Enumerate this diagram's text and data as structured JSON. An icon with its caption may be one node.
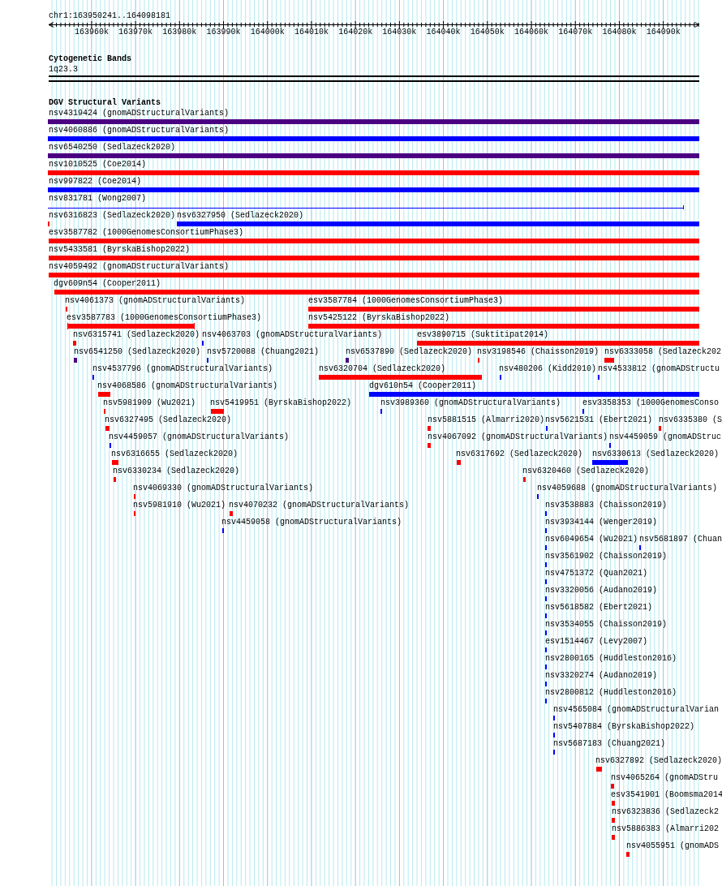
{
  "diagram": {
    "nodes": [
      {
        "text": [
          "nsv4319424 (gnomADStructuralVariants)"
        ]
      },
      {
        "text": [
          "nsv4060886 (gnomADStructuralVariants)"
        ]
      },
      {
        "text": [
          "nsv6540250 (Sedlazeck2020)"
        ]
      },
      {
        "text": [
          "nsv1010525 (Coe2014)"
        ]
      },
      {
        "text": [
          "nsv997822 (Coe2014)"
        ]
      },
      {
        "text": [
          "nsv831781 (Wong2007)"
        ]
      },
      {
        "text": [
          "nsv6316823 (Sedlazeck2020)"
        ]
      },
      {
        "text": [
          "nsv6327950 (Sedlazeck2020)"
        ]
      },
      {
        "text": [
          "esv3587782 (1000GenomesConsortiumPhase3)"
        ]
      },
      {
        "text": [
          "nsv5433581 (ByrskaBishop2022)"
        ]
      },
      {
        "text": [
          "nsv4059492 (gnomADStructuralVariants)"
        ]
      },
      {
        "text": [
          "dgv609n54 (Cooper2011)"
        ]
      },
      {
        "text": [
          "nsv4061373 (gnomADStructuralVariants)"
        ]
      },
      {
        "text": [
          "esv3587784 (1000GenomesConsortiumPhase3)"
        ]
      },
      {
        "text": [
          "esv3587783 (1000GenomesConsortiumPhase3)"
        ]
      },
      {
        "text": [
          "nsv5425122 (ByrskaBishop2022)"
        ]
      },
      {
        "text": [
          "nsv6315741 (Sedlazeck2020)"
        ]
      },
      {
        "text": [
          "nsv4063703 (gnomADStructuralVariants)"
        ]
      },
      {
        "text": [
          "esv3890715 (Suktitipat2014)"
        ]
      },
      {
        "text": [
          "nsv6541250 (Sedlazeck2020)"
        ]
      },
      {
        "text": [
          "nsv5720088 (Chuang2021)"
        ]
      },
      {
        "text": [
          "nsv6537890 (Sedlazeck2020)"
        ]
      },
      {
        "text": [
          "nsv3198546 (Chaisson2019)"
        ]
      },
      {
        "text": [
          "nsv6333058 (Sedlazeck202"
        ]
      },
      {
        "text": [
          "nsv4537796 (gnomADStructuralVariants)"
        ]
      },
      {
        "text": [
          "nsv6320704 (Sedlazeck2020)"
        ]
      },
      {
        "text": [
          "nsv480206 (Kidd2010)"
        ]
      },
      {
        "text": [
          "nsv4533812 (gnomADStructu"
        ]
      },
      {
        "text": [
          "nsv4068586 (gnomADStructuralVariants)"
        ]
      },
      {
        "text": [
          "dgv610n54 (Cooper2011)"
        ]
      },
      {
        "text": [
          "nsv5981909 (Wu2021)"
        ]
      },
      {
        "text": [
          "nsv5419951 (ByrskaBishop2022)"
        ]
      },
      {
        "text": [
          "nsv3989360 (gnomADStructuralVariants)"
        ]
      },
      {
        "text": [
          "esv3358353 (1000GenomesConso"
        ]
      },
      {
        "text": [
          "nsv6327495 (Sedlazeck2020)"
        ]
      },
      {
        "text": [
          "nsv5881515 (Almarri2020)"
        ]
      },
      {
        "text": [
          "nsv5621531 (Ebert2021)"
        ]
      },
      {
        "text": [
          "nsv6335380 (S"
        ]
      },
      {
        "text": [
          "nsv4459057 (gnomADStructuralVariants)"
        ]
      },
      {
        "text": [
          "nsv4067092 (gnomADStructuralVariants)"
        ]
      },
      {
        "text": [
          "nsv4459059 (gnomADStruc"
        ]
      },
      {
        "text": [
          "nsv6316655 (Sedlazeck2020)"
        ]
      },
      {
        "text": [
          "nsv6317692 (Sedlazeck2020)"
        ]
      },
      {
        "text": [
          "nsv6330613 (Sedlazeck2020)"
        ]
      },
      {
        "text": [
          "nsv6330234 (Sedlazeck2020)"
        ]
      },
      {
        "text": [
          "nsv6320460 (Sedlazeck2020)"
        ]
      },
      {
        "text": [
          "nsv4069330 (gnomADStructuralVariants)"
        ]
      },
      {
        "text": [
          "nsv4059688 (gnomADStructuralVariants)"
        ]
      },
      {
        "text": [
          "nsv5981910 (Wu2021)"
        ]
      },
      {
        "text": [
          "nsv4070232 (gnomADStructuralVariants)"
        ]
      },
      {
        "text": [
          "nsv3538883 (Chaisson2019)"
        ]
      },
      {
        "text": [
          "nsv4459058 (gnomADStructuralVariants)"
        ]
      },
      {
        "text": [
          "nsv3934144 (Wenger2019)"
        ]
      },
      {
        "text": [
          "nsv6049654 (Wu2021)"
        ]
      },
      {
        "text": [
          "nsv5681897 (Chuan"
        ]
      },
      {
        "text": [
          "nsv3561902 (Chaisson2019)"
        ]
      },
      {
        "text": [
          "nsv4751372 (Quan2021)"
        ]
      },
      {
        "text": [
          "nsv3320056 (Audano2019)"
        ]
      },
      {
        "text": [
          "nsv5618582 (Ebert2021)"
        ]
      },
      {
        "text": [
          "nsv3534055 (Chaisson2019)"
        ]
      },
      {
        "text": [
          "esv1514467 (Levy2007)"
        ]
      },
      {
        "text": [
          "nsv2800165 (Huddleston2016)"
        ]
      },
      {
        "text": [
          "nsv3320274 (Audano2019)"
        ]
      },
      {
        "text": [
          "nsv2800812 (Huddleston2016)"
        ]
      },
      {
        "text": [
          "nsv4565084 (gnomADStructuralVarian"
        ]
      },
      {
        "text": [
          "nsv5407884 (ByrskaBishop2022)"
        ]
      },
      {
        "text": [
          "nsv5687183 (Chuang2021)"
        ]
      },
      {
        "text": [
          "nsv6327892 (Sedlazeck2020)"
        ]
      },
      {
        "text": [
          "nsv4065264 (gnomADStru"
        ]
      },
      {
        "text": [
          "esv3541901 (Boomsma2014"
        ]
      },
      {
        "text": [
          "nsv6323836 (Sedlazeck2"
        ]
      },
      {
        "text": [
          "nsv5886383 (Almarri202"
        ]
      },
      {
        "text": [
          "nsv4055951 (gnomADS"
        ]
      }
    ],
    "labels": [
      "chr1:163950241..164098181",
      "163960k",
      "163970k",
      "163980k",
      "163990k",
      "164000k",
      "164010k",
      "164020k",
      "164030k",
      "164040k",
      "164050k",
      "164060k",
      "164070k",
      "164080k",
      "164090k",
      "Cytogenetic Bands",
      "1q23.3",
      "DGV Structural Variants"
    ]
  }
}
